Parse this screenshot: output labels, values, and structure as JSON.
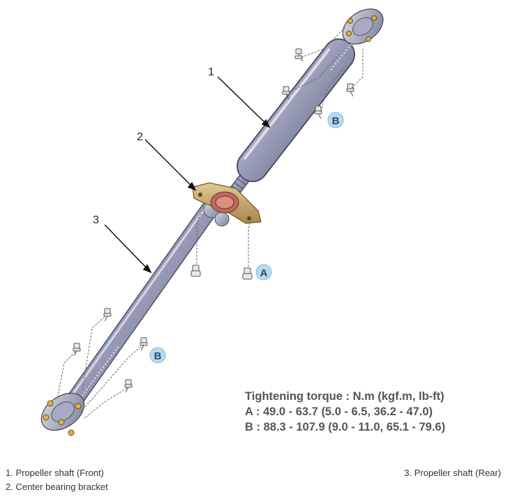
{
  "callouts": {
    "c1": "1",
    "c2": "2",
    "c3": "3"
  },
  "badges": {
    "a": "A",
    "b_upper": "B",
    "b_lower": "B"
  },
  "torque": {
    "heading": "Tightening torque : N.m (kgf.m, lb-ft)",
    "line_a": "A : 49.0 - 63.7 (5.0 - 6.5, 36.2 - 47.0)",
    "line_b": "B : 88.3 - 107.9 (9.0 - 11.0, 65.1 - 79.6)"
  },
  "legend": {
    "item1": "1. Propeller shaft (Front)",
    "item2": "2. Center bearing bracket",
    "item3": "3. Propeller shaft (Rear)"
  },
  "colors": {
    "shaft": "#8f93b0",
    "shaft_light": "#c9cce0",
    "bracket": "#c9a86a",
    "bearing": "#d27a6a",
    "badge_fill": "#b9d9ec",
    "flange_bolt": "#d6b24a"
  }
}
